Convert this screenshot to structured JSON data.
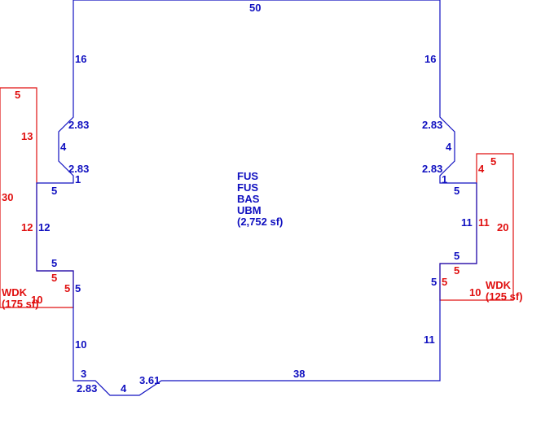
{
  "colors": {
    "main_outline": "#1010c0",
    "deck_outline": "#e01010"
  },
  "main_area": {
    "codes": [
      "FUS",
      "FUS",
      "BAS",
      "UBM"
    ],
    "area": "(2,752 sf)"
  },
  "main_dims": {
    "top": "50",
    "left_upper": "16",
    "left_chamfer_1": "2.83",
    "left_bay_side": "4",
    "left_chamfer_2": "2.83",
    "left_step_1": "1",
    "left_step_5": "5",
    "left_bump_side": "12",
    "left_bump_bottom": "5",
    "left_lower_1": "5",
    "left_lower_2": "10",
    "left_step_3": "3",
    "bottom_chamfer_1": "2.83",
    "bottom_flat": "4",
    "bottom_chamfer_2": "3.61",
    "bottom": "38",
    "right_upper": "16",
    "right_chamfer_1": "2.83",
    "right_bay_side": "4",
    "right_chamfer_2": "2.83",
    "right_step_1": "1",
    "right_step_5": "5",
    "right_bump_side": "11",
    "right_bump_bottom": "5",
    "right_lower_1": "5",
    "right_lower_2": "11"
  },
  "left_deck": {
    "name": "WDK",
    "area": "(175 sf)",
    "top": "5",
    "left": "30",
    "right_upper": "13",
    "right_mid": "12",
    "step": "5",
    "right_lower": "5",
    "bottom": "10"
  },
  "right_deck": {
    "name": "WDK",
    "area": "(125 sf)",
    "top": "5",
    "left_upper": "4",
    "right": "20",
    "left_mid": "11",
    "step": "5",
    "left_lower": "5",
    "bottom": "10"
  }
}
